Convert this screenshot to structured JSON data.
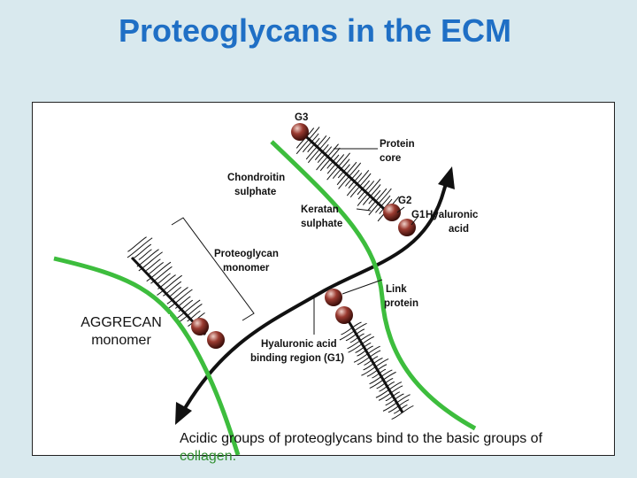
{
  "title": "Proteoglycans in the ECM",
  "diagram": {
    "labels": {
      "g3": "G3",
      "protein_core": [
        "Protein",
        "core"
      ],
      "chondroitin": [
        "Chondroitin",
        "sulphate"
      ],
      "g2": "G2",
      "g1": "G1",
      "hyaluronic": [
        "Hyaluronic",
        "acid"
      ],
      "keratan": [
        "Keratan",
        "sulphate"
      ],
      "pg_monomer": [
        "Proteoglycan",
        "monomer"
      ],
      "link_protein": [
        "Link",
        "protein"
      ],
      "binding_region": [
        "Hyaluronic acid",
        "binding region (G1)"
      ]
    },
    "colors": {
      "collagen": "#3dbd3d",
      "backbone": "#111111",
      "globule": "#7a2a22"
    }
  },
  "aggrecan_label": "AGGRECAN\nmonomer",
  "caption": {
    "text": "Acidic groups of proteoglycans bind to the basic groups of",
    "highlight": "collagen."
  }
}
